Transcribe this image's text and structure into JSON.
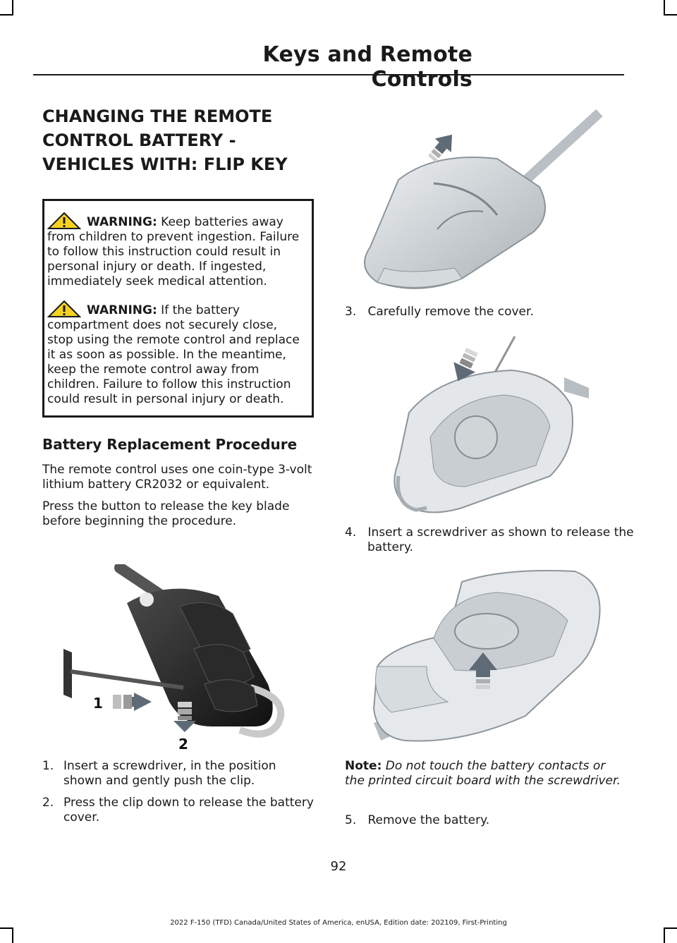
{
  "header": {
    "title": "Keys and Remote Controls"
  },
  "section": {
    "title_lines": [
      "CHANGING THE REMOTE",
      "CONTROL BATTERY -",
      "VEHICLES WITH: FLIP KEY"
    ]
  },
  "warnings": [
    {
      "label": "WARNING:",
      "text": " Keep batteries away from children to prevent ingestion. Failure to follow this instruction could result in personal injury or death. If ingested, immediately seek medical attention."
    },
    {
      "label": "WARNING:",
      "text": " If the battery compartment does not securely close, stop using the remote control and replace it as soon as possible. In the meantime, keep the remote control away from children. Failure to follow this instruction could result in personal injury or death."
    }
  ],
  "procedure": {
    "heading": "Battery Replacement Procedure",
    "intro1": "The remote control uses one coin-type 3-volt lithium battery CR2032 or equivalent.",
    "intro2": "Press the button to release the key blade before beginning the procedure."
  },
  "figure1": {
    "label1": "1",
    "label2": "2"
  },
  "steps_left": [
    {
      "num": "1.",
      "text": "Insert a screwdriver, in the position shown and gently push the clip."
    },
    {
      "num": "2.",
      "text": "Press the clip down to release the battery cover."
    }
  ],
  "steps_right": [
    {
      "num": "3.",
      "text": "Carefully remove the cover."
    },
    {
      "num": "4.",
      "text": "Insert a screwdriver as shown to release the battery."
    }
  ],
  "note": {
    "label": "Note:",
    "text": " Do not touch the battery contacts or the printed circuit board with the screwdriver."
  },
  "step5": {
    "num": "5.",
    "text": "Remove the battery."
  },
  "page_number": "92",
  "footer": "2022 F-150 (TFD) Canada/United States of America, enUSA, Edition date: 202109, First-Printing"
}
